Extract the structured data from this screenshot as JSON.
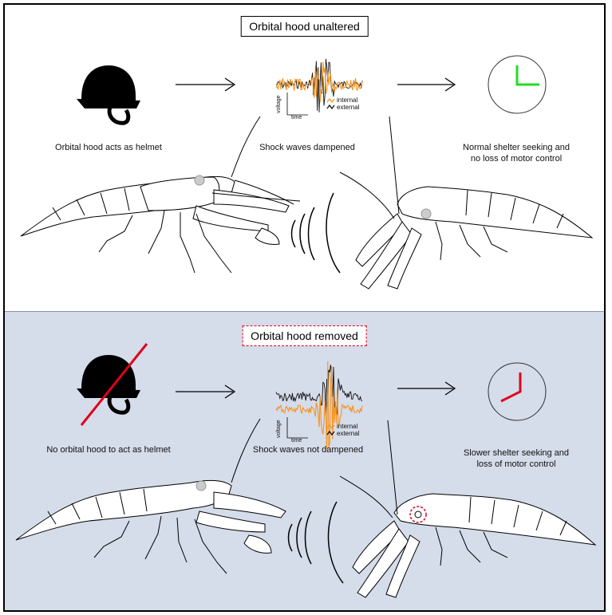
{
  "top": {
    "title": "Orbital hood unaltered",
    "helmet_caption": "Orbital hood acts as helmet",
    "wave_caption": "Shock waves dampened",
    "outcome_caption_line1": "Normal shelter seeking and",
    "outcome_caption_line2": "no loss of motor control",
    "clock_hand_color": "#22dd22"
  },
  "bottom": {
    "title": "Orbital hood removed",
    "helmet_caption": "No orbital hood to act as helmet",
    "wave_caption": "Shock waves not dampened",
    "outcome_caption_line1": "Slower shelter seeking and",
    "outcome_caption_line2": "loss of motor control",
    "clock_hand_color": "#e0001a"
  },
  "legend": {
    "internal_label": "internal",
    "external_label": "external",
    "internal_color": "#f7931e",
    "external_color": "#111111"
  },
  "axes": {
    "y_label": "voltage",
    "x_label": "time"
  },
  "icons": [
    "helmet-icon",
    "arrow-right-icon",
    "clock-icon",
    "no-helmet-slash-icon",
    "crayfish-illustration",
    "sound-wave-icon"
  ]
}
